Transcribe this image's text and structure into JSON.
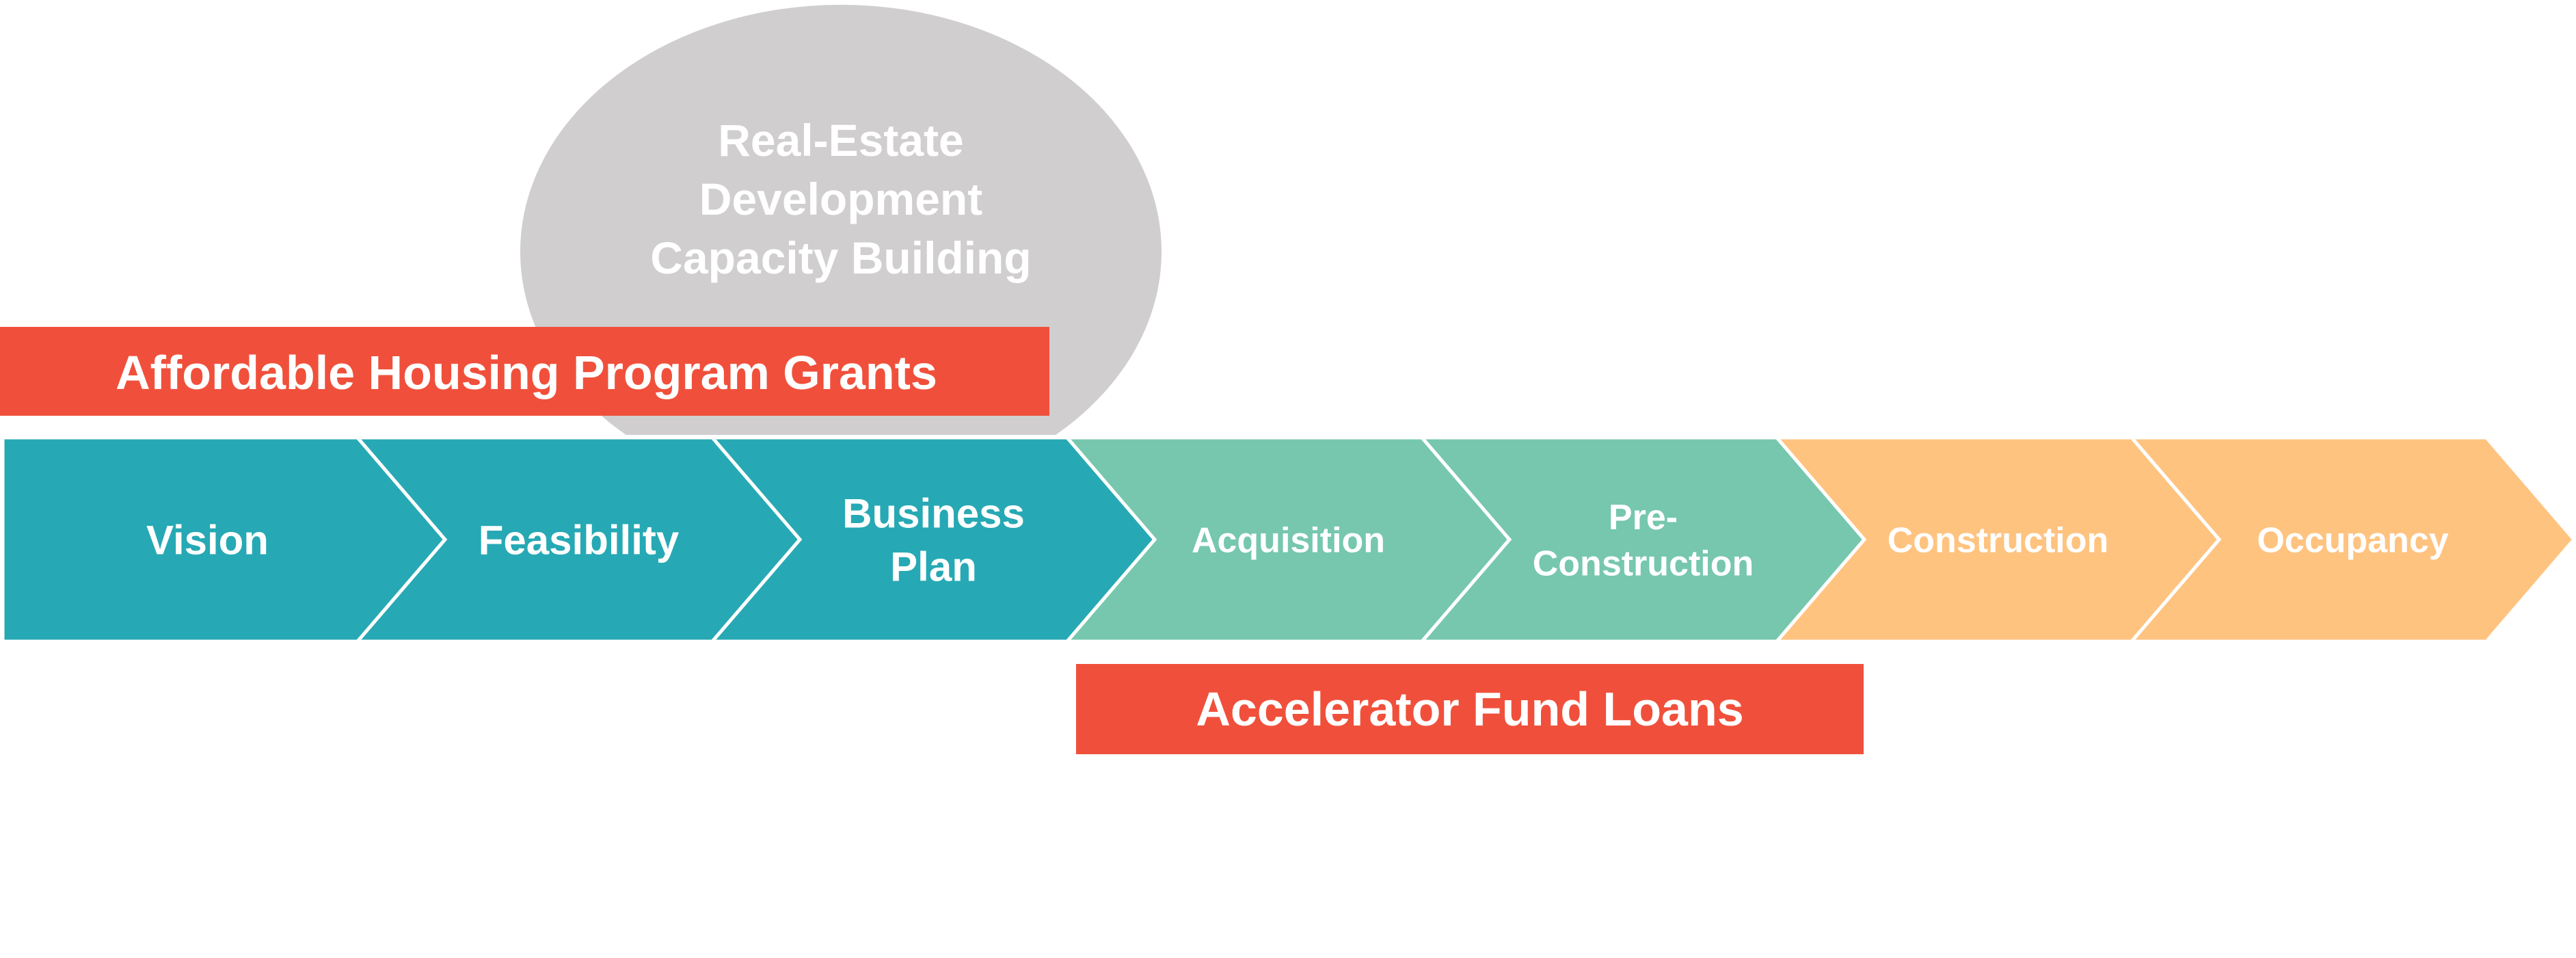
{
  "bubble": {
    "lines": [
      "Real-Estate",
      "Development",
      "Capacity Building"
    ],
    "color": "#D0CECF"
  },
  "grants_bar": {
    "label": "Affordable Housing Program Grants",
    "color": "#F0503B"
  },
  "loans_bar": {
    "label": "Accelerator Fund Loans",
    "color": "#F0503B"
  },
  "stages": [
    {
      "lines": [
        "Vision"
      ],
      "color": "#26A9B4"
    },
    {
      "lines": [
        "Feasibility"
      ],
      "color": "#26A9B4"
    },
    {
      "lines": [
        "Business",
        "Plan"
      ],
      "color": "#26A9B4"
    },
    {
      "lines": [
        "Acquisition"
      ],
      "color": "#76C7AE"
    },
    {
      "lines": [
        "Pre-",
        "Construction"
      ],
      "color": "#76C7AE"
    },
    {
      "lines": [
        "Construction"
      ],
      "color": "#FFC380"
    },
    {
      "lines": [
        "Occupancy"
      ],
      "color": "#FFC380"
    }
  ]
}
